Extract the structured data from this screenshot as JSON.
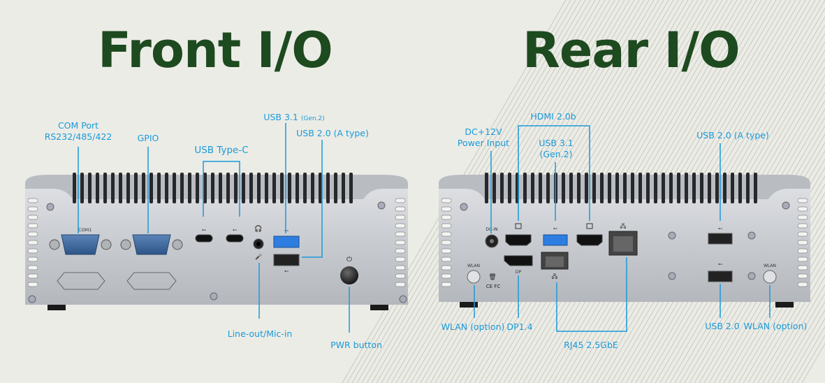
{
  "front": {
    "title": "Front I/O",
    "labels": {
      "com_port_1": "COM Port",
      "com_port_2": "RS232/485/422",
      "gpio": "GPIO",
      "usb_type_c": "USB Type-C",
      "usb31_main": "USB 3.1",
      "usb31_sub": "(Gen.2)",
      "usb20": "USB 2.0 (A type)",
      "line_out": "Line-out/Mic-in",
      "pwr_button": "PWR button"
    },
    "silkscreen": {
      "com1": "COM1"
    }
  },
  "rear": {
    "title": "Rear I/O",
    "labels": {
      "dc_in_1": "DC+12V",
      "dc_in_2": "Power Input",
      "hdmi": "HDMI 2.0b",
      "usb31_1": "USB 3.1",
      "usb31_2": "(Gen.2)",
      "usb20_a": "USB 2.0 (A type)",
      "wlan_left": "WLAN (option)",
      "dp": "DP1.4",
      "rj45": "RJ45 2.5GbE",
      "usb20": "USB 2.0",
      "wlan_right": "WLAN (option)"
    },
    "silkscreen": {
      "dcin": "DC-IN",
      "wlan": "WLAN",
      "dp": "DP",
      "cert": "CE FC"
    }
  },
  "colors": {
    "title": "#1d4a1f",
    "callout": "#1a9ad9",
    "background": "#ecece6",
    "chassis": "#c9ccd1",
    "fins": "#26282b"
  }
}
